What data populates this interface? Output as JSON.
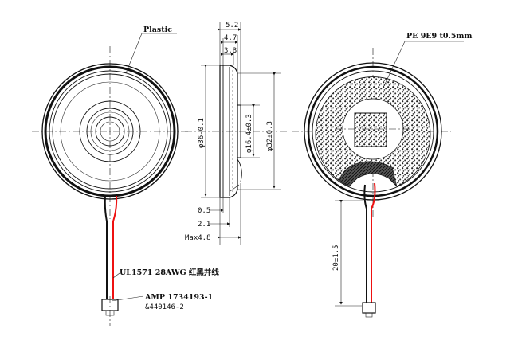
{
  "labels": {
    "plastic": "Plastic",
    "mesh": "PE 9E9 t0.5mm",
    "cable": "UL1571 28AWG 红黑并线",
    "connector": "AMP 1734193-1",
    "connector_alt": "&440146-2"
  },
  "dims": {
    "d52": "5.2",
    "d47": "4.7",
    "d33": "3.3",
    "d36": "φ36-0.1",
    "d16": "φ16.4±0.3",
    "d32": "φ32±0.3",
    "d05": "0.5",
    "d21": "2.1",
    "dmax": "Max4.8",
    "dlen": "20±1.5"
  }
}
